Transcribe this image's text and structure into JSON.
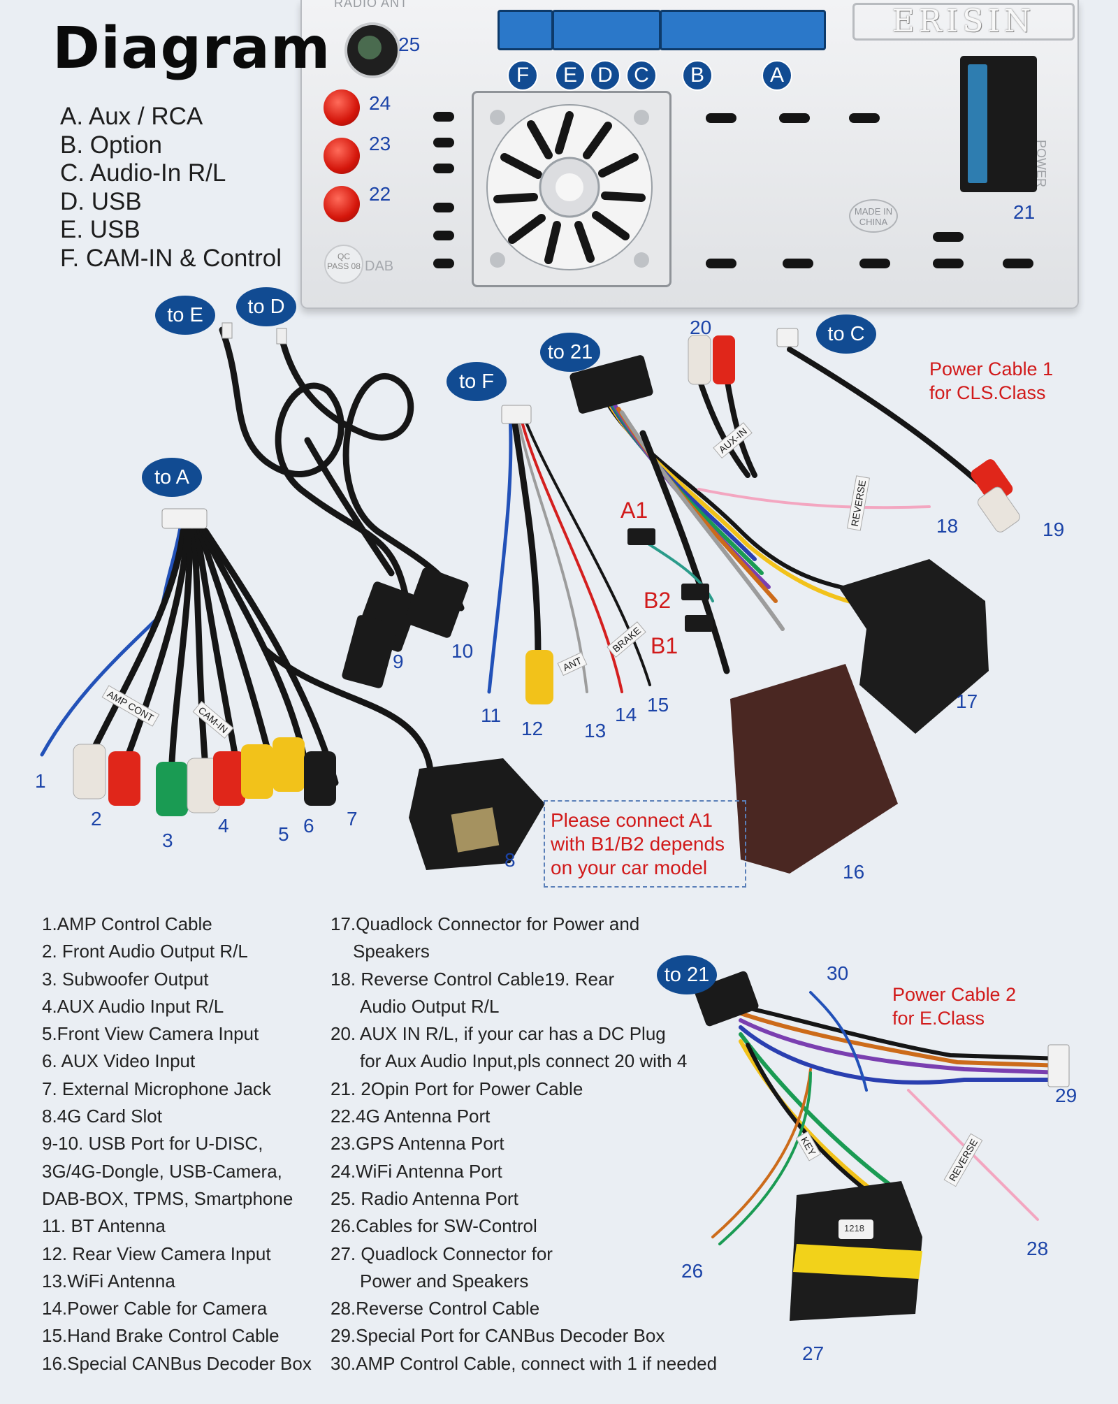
{
  "title": "Diagram",
  "brand": "ERISIN",
  "panel_labels": {
    "radio_ant": "RADIO ANT",
    "power": "POWER",
    "made_in_china": "MADE IN CHINA",
    "dab": "DAB",
    "qc_pass": "QC PASS 08"
  },
  "port_legend": [
    "A. Aux / RCA",
    "B. Option",
    "C. Audio-In R/L",
    "D. USB",
    "E. USB",
    "F. CAM-IN & Control"
  ],
  "port_letters": [
    "F",
    "E",
    "D",
    "C",
    "B",
    "A"
  ],
  "panel_numbers": {
    "n25": "25",
    "n24": "24",
    "n23": "23",
    "n22": "22",
    "n21": "21"
  },
  "to_badges": {
    "to_e": "to E",
    "to_d": "to D",
    "to_f": "to F",
    "to_21a": "to 21",
    "to_c": "to C",
    "to_a": "to A",
    "to_21b": "to 21"
  },
  "callouts": {
    "n1": "1",
    "n2": "2",
    "n3": "3",
    "n4": "4",
    "n5": "5",
    "n6": "6",
    "n7": "7",
    "n8": "8",
    "n9": "9",
    "n10": "10",
    "n11": "11",
    "n12": "12",
    "n13": "13",
    "n14": "14",
    "n15": "15",
    "n16": "16",
    "n17": "17",
    "n18": "18",
    "n19": "19",
    "n20": "20",
    "n26": "26",
    "n27": "27",
    "n28": "28",
    "n29": "29",
    "n30": "30"
  },
  "red_labels": {
    "power_cable_1_line1": "Power Cable 1",
    "power_cable_1_line2": "for CLS.Class",
    "a1": "A1",
    "b2": "B2",
    "b1": "B1",
    "power_cable_2_line1": "Power Cable 2",
    "power_cable_2_line2": "for E.Class"
  },
  "note": {
    "line1": "Please connect A1",
    "line2": "with B1/B2 depends",
    "line3": "on your car model"
  },
  "wire_tags": {
    "amp_cont": "AMP CONT",
    "cam_in": "CAM-IN",
    "aux_in": "AUX-IN",
    "reverse": "REVERSE",
    "brake": "BRAKE",
    "ant": "ANT",
    "key": "KEY",
    "part_no": "1218"
  },
  "legend_left": [
    "1.AMP Control Cable",
    "2. Front Audio Output R/L",
    "3. Subwoofer Output",
    "4.AUX Audio Input R/L",
    "5.Front View Camera Input",
    "6. AUX Video Input",
    "7. External Microphone Jack",
    "8.4G Card Slot",
    "9-10. USB Port for U-DISC,",
    "3G/4G-Dongle, USB-Camera,",
    "DAB-BOX, TPMS, Smartphone",
    "11. BT Antenna",
    "12. Rear View Camera Input",
    "13.WiFi Antenna",
    "14.Power Cable for Camera",
    "15.Hand Brake Control Cable",
    "16.Special CANBus Decoder Box"
  ],
  "legend_right": [
    "17.Quadlock Connector for Power and",
    "Speakers",
    "18. Reverse Control Cable19. Rear",
    "Audio Output R/L",
    "20. AUX IN R/L, if your car has a DC Plug",
    "for Aux Audio Input,pls connect 20 with 4",
    "21. 2Opin Port for Power Cable",
    "22.4G Antenna Port",
    "23.GPS Antenna Port",
    "24.WiFi Antenna Port",
    "25. Radio Antenna Port",
    "26.Cables for SW-Control",
    "27. Quadlock Connector for",
    "Power and Speakers",
    "28.Reverse Control Cable",
    "29.Special Port for CANBus Decoder Box",
    "30.AMP Control Cable, connect with 1 if needed"
  ],
  "colors": {
    "background": "#eaeef3",
    "badge_blue": "#114b92",
    "number_blue": "#1c44a8",
    "label_red": "#d11a1a",
    "connector_blue": "#2b78c9"
  }
}
